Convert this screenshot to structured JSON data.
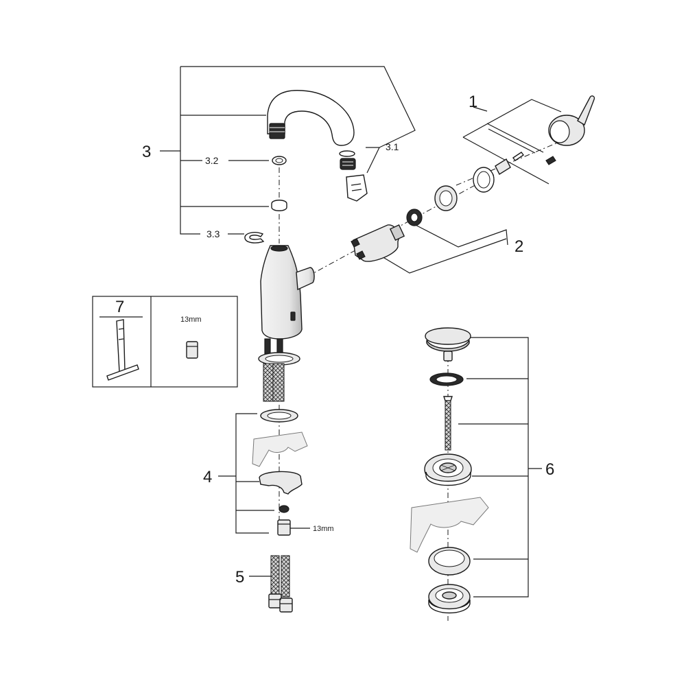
{
  "callouts": {
    "c1": "1",
    "c2": "2",
    "c3": "3",
    "c3_1": "3.1",
    "c3_2": "3.2",
    "c3_3": "3.3",
    "c4": "4",
    "c5": "5",
    "c6": "6",
    "c7": "7"
  },
  "dimensions": {
    "tool_box_wrench": "13mm",
    "mounting_nut": "13mm"
  }
}
